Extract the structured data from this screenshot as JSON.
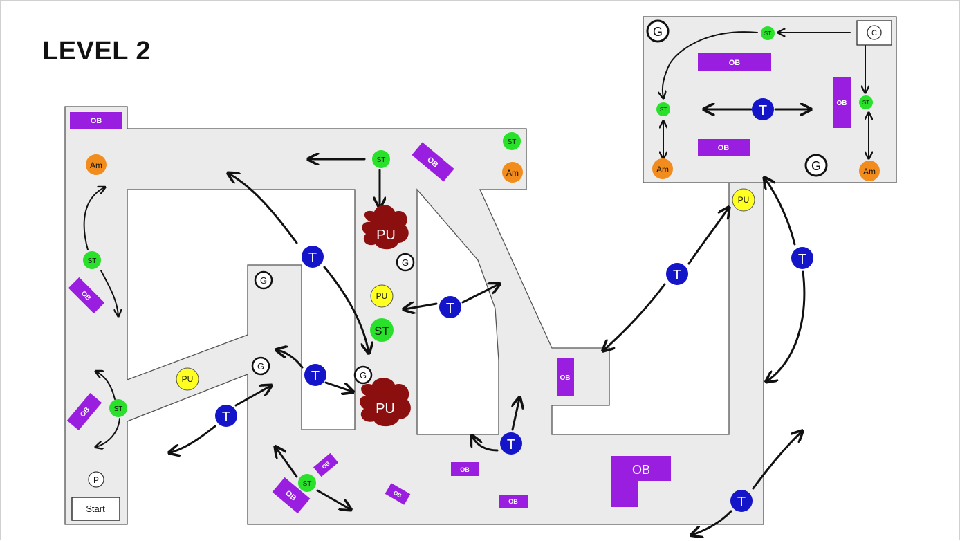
{
  "title": "LEVEL 2",
  "colors": {
    "floor": "#ebebeb",
    "wall": "#555555",
    "obstacle": "#9a1ee0",
    "station": "#29e02b",
    "turret": "#1414c8",
    "ammo": "#f28c1c",
    "powerup_small": "#ffff22",
    "powerup_big": "#8b0f0f",
    "arrow": "#111111"
  },
  "labels": {
    "start": "Start",
    "player": "P",
    "goal": "G",
    "checkpoint": "C",
    "station": "ST",
    "turret": "T",
    "ammo": "Am",
    "powerup": "PU",
    "obstacle": "OB"
  }
}
